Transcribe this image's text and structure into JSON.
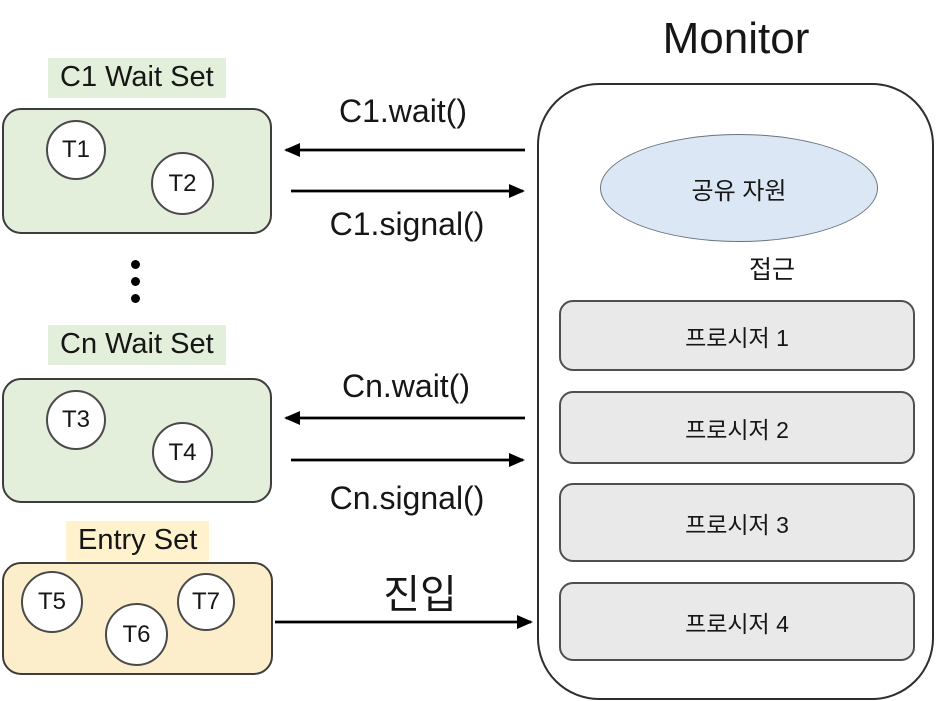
{
  "monitor": {
    "title": "Monitor",
    "shared_resource": "공유 자원",
    "access_label": "접근",
    "procedures": [
      "프로시저 1",
      "프로시저 2",
      "프로시저 3",
      "프로시저 4"
    ]
  },
  "wait_sets": [
    {
      "label": "C1 Wait Set",
      "threads": [
        "T1",
        "T2"
      ],
      "wait_call": "C1.wait()",
      "signal_call": "C1.signal()"
    },
    {
      "label": "Cn Wait Set",
      "threads": [
        "T3",
        "T4"
      ],
      "wait_call": "Cn.wait()",
      "signal_call": "Cn.signal()"
    }
  ],
  "entry_set": {
    "label": "Entry Set",
    "threads": [
      "T5",
      "T6",
      "T7"
    ],
    "entry_label": "진입"
  },
  "colors": {
    "wait_set_fill": "#e3efdb",
    "wait_set_label_bg": "#e2efda",
    "entry_set_fill": "#fdeecb",
    "entry_set_label_bg": "#fff2cc",
    "shared_resource_fill": "#dbe7f4",
    "procedure_fill": "#e9e9e9",
    "border": "#3d3d3d",
    "arrow": "#000000"
  }
}
